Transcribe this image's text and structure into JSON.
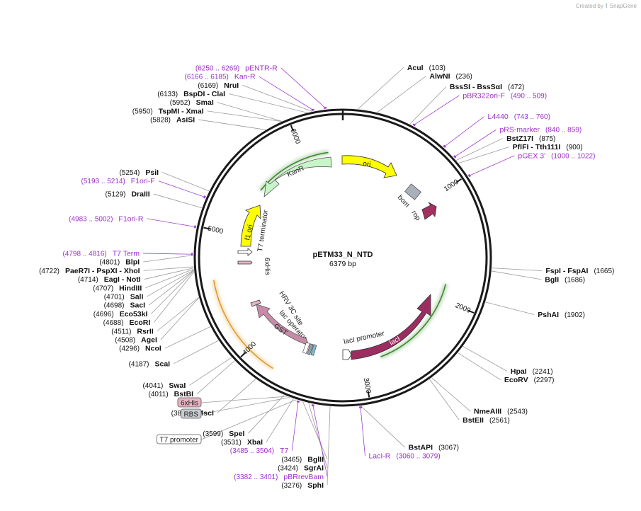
{
  "credit": {
    "prefix": "Created by",
    "brand": "SnapGene"
  },
  "plasmid": {
    "name": "pETM33_N_NTD",
    "size_label": "6379 bp",
    "length": 6379
  },
  "ticks": [
    {
      "pos": 1000,
      "label": "1000"
    },
    {
      "pos": 2000,
      "label": "2000"
    },
    {
      "pos": 3000,
      "label": "3000"
    },
    {
      "pos": 4000,
      "label": "4000"
    },
    {
      "pos": 5000,
      "label": "5000"
    },
    {
      "pos": 6000,
      "label": "6000"
    }
  ],
  "sites": [
    {
      "name": "AcuI",
      "pos_label": "(103)",
      "pos": 103,
      "pos_first": false
    },
    {
      "name": "AlwNI",
      "pos_label": "(236)",
      "pos": 236,
      "pos_first": false
    },
    {
      "name": "BssSI  - BssSαI",
      "pos_label": "(472)",
      "pos": 472,
      "pos_first": false
    },
    {
      "name": "BstZ17I",
      "pos_label": "(875)",
      "pos": 875,
      "pos_first": false
    },
    {
      "name": "PflFI  - Tth111I",
      "pos_label": "(900)",
      "pos": 900,
      "pos_first": false
    },
    {
      "name": "FspI  - FspAI",
      "pos_label": "(1665)",
      "pos": 1665,
      "pos_first": false
    },
    {
      "name": "BglI",
      "pos_label": "(1686)",
      "pos": 1686,
      "pos_first": false
    },
    {
      "name": "PshAI",
      "pos_label": "(1902)",
      "pos": 1902,
      "pos_first": false
    },
    {
      "name": "HpaI",
      "pos_label": "(2241)",
      "pos": 2241,
      "pos_first": false
    },
    {
      "name": "EcoRV",
      "pos_label": "(2297)",
      "pos": 2297,
      "pos_first": false
    },
    {
      "name": "NmeAIII",
      "pos_label": "(2543)",
      "pos": 2543,
      "pos_first": false
    },
    {
      "name": "BstEII",
      "pos_label": "(2561)",
      "pos": 2561,
      "pos_first": false
    },
    {
      "name": "BstAPI",
      "pos_label": "(3067)",
      "pos": 3067,
      "pos_first": false
    },
    {
      "name": "SphI",
      "pos_label": "(3276)",
      "pos": 3276,
      "pos_first": true
    },
    {
      "name": "SgrAI",
      "pos_label": "(3424)",
      "pos": 3424,
      "pos_first": true
    },
    {
      "name": "BglII",
      "pos_label": "(3465)",
      "pos": 3465,
      "pos_first": true
    },
    {
      "name": "XbaI",
      "pos_label": "(3531)",
      "pos": 3531,
      "pos_first": true
    },
    {
      "name": "SpeI",
      "pos_label": "(3599)",
      "pos": 3599,
      "pos_first": true
    },
    {
      "name": "MscI",
      "pos_label": "(3821)",
      "pos": 3821,
      "pos_first": true
    },
    {
      "name": "BstBI",
      "pos_label": "(4011)",
      "pos": 4011,
      "pos_first": true
    },
    {
      "name": "SwaI",
      "pos_label": "(4041)",
      "pos": 4041,
      "pos_first": true
    },
    {
      "name": "ScaI",
      "pos_label": "(4187)",
      "pos": 4187,
      "pos_first": true
    },
    {
      "name": "NcoI",
      "pos_label": "(4296)",
      "pos": 4296,
      "pos_first": true
    },
    {
      "name": "AgeI",
      "pos_label": "(4508)",
      "pos": 4508,
      "pos_first": true
    },
    {
      "name": "RsrII",
      "pos_label": "(4511)",
      "pos": 4511,
      "pos_first": true
    },
    {
      "name": "EcoRI",
      "pos_label": "(4688)",
      "pos": 4688,
      "pos_first": true
    },
    {
      "name": "Eco53kI",
      "pos_label": "(4696)",
      "pos": 4696,
      "pos_first": true
    },
    {
      "name": "SacI",
      "pos_label": "(4698)",
      "pos": 4698,
      "pos_first": true
    },
    {
      "name": "SalI",
      "pos_label": "(4701)",
      "pos": 4701,
      "pos_first": true
    },
    {
      "name": "HindIII",
      "pos_label": "(4707)",
      "pos": 4707,
      "pos_first": true
    },
    {
      "name": "EagI  - NotI",
      "pos_label": "(4714)",
      "pos": 4714,
      "pos_first": true
    },
    {
      "name": "PaeR7I  - PspXI  - XhoI",
      "pos_label": "(4722)",
      "pos": 4722,
      "pos_first": true
    },
    {
      "name": "BlpI",
      "pos_label": "(4801)",
      "pos": 4801,
      "pos_first": true
    },
    {
      "name": "DraIII",
      "pos_label": "(5129)",
      "pos": 5129,
      "pos_first": true
    },
    {
      "name": "PsiI",
      "pos_label": "(5254)",
      "pos": 5254,
      "pos_first": true
    },
    {
      "name": "AsiSI",
      "pos_label": "(5828)",
      "pos": 5828,
      "pos_first": true
    },
    {
      "name": "TspMI  - XmaI",
      "pos_label": "(5950)",
      "pos": 5950,
      "pos_first": true
    },
    {
      "name": "SmaI",
      "pos_label": "(5952)",
      "pos": 5952,
      "pos_first": true
    },
    {
      "name": "BspDI  - ClaI",
      "pos_label": "(6133)",
      "pos": 6133,
      "pos_first": true
    },
    {
      "name": "NruI",
      "pos_label": "(6169)",
      "pos": 6169,
      "pos_first": true
    }
  ],
  "primers": [
    {
      "name": "pENTR-R",
      "range": "(6250 .. 6269)",
      "pos": 6260,
      "range_first": true
    },
    {
      "name": "Kan-R",
      "range": "(6166 .. 6185)",
      "pos": 6176,
      "range_first": true
    },
    {
      "name": "pBR322ori-F",
      "range": "(490 .. 509)",
      "pos": 500,
      "range_first": false
    },
    {
      "name": "L4440",
      "range": "(743 .. 760)",
      "pos": 752,
      "range_first": false
    },
    {
      "name": "pRS-marker",
      "range": "(840 .. 859)",
      "pos": 850,
      "range_first": false
    },
    {
      "name": "pGEX 3'",
      "range": "(1000 .. 1022)",
      "pos": 1011,
      "range_first": false
    },
    {
      "name": "F1ori-F",
      "range": "(5193 .. 5214)",
      "pos": 5204,
      "range_first": true
    },
    {
      "name": "F1ori-R",
      "range": "(4983 .. 5002)",
      "pos": 4993,
      "range_first": true
    },
    {
      "name": "T7 Term",
      "range": "(4798 .. 4816)",
      "pos": 4807,
      "range_first": true
    },
    {
      "name": "T7",
      "range": "(3485 .. 3504)",
      "pos": 3495,
      "range_first": true
    },
    {
      "name": "pBRrevBam",
      "range": "(3382 .. 3401)",
      "pos": 3392,
      "range_first": true
    },
    {
      "name": "LacI-R",
      "range": "(3060 .. 3079)",
      "pos": 3070,
      "range_first": false
    }
  ],
  "boxed_features": [
    {
      "name": "6xHis",
      "fill": "#e8b4c4",
      "pos": 3575
    },
    {
      "name": "RBS",
      "fill": "#c9ccd2",
      "pos": 3555
    },
    {
      "name": "T7 promoter",
      "fill": "#ffffff",
      "pos": 3510
    }
  ],
  "features": [
    {
      "name": "ori",
      "color": "#ffff00"
    },
    {
      "name": "bom",
      "color": "#aab0b8"
    },
    {
      "name": "rop",
      "color": "#a33060"
    },
    {
      "name": "KanR",
      "color": "#c8f5c8"
    },
    {
      "name": "f1 ori",
      "color": "#ffff00"
    },
    {
      "name": "T7 terminator",
      "color": "#ffffff"
    },
    {
      "name": "6xHis",
      "color": "#e8b4c4"
    },
    {
      "name": "HRV 3C site",
      "color": "#e8b4c4"
    },
    {
      "name": "lac operator",
      "color": "#ffffff"
    },
    {
      "name": "GST",
      "color": "#c78ba8"
    },
    {
      "name": "lacI promoter",
      "color": "#ffffff"
    },
    {
      "name": "lacI",
      "color": "#9c2d60"
    }
  ],
  "colors": {
    "backbone": "#1a1a1a",
    "primer": "#a040d0",
    "orf_green": "#3a8a2a",
    "orf_orange": "#e09a2a"
  }
}
